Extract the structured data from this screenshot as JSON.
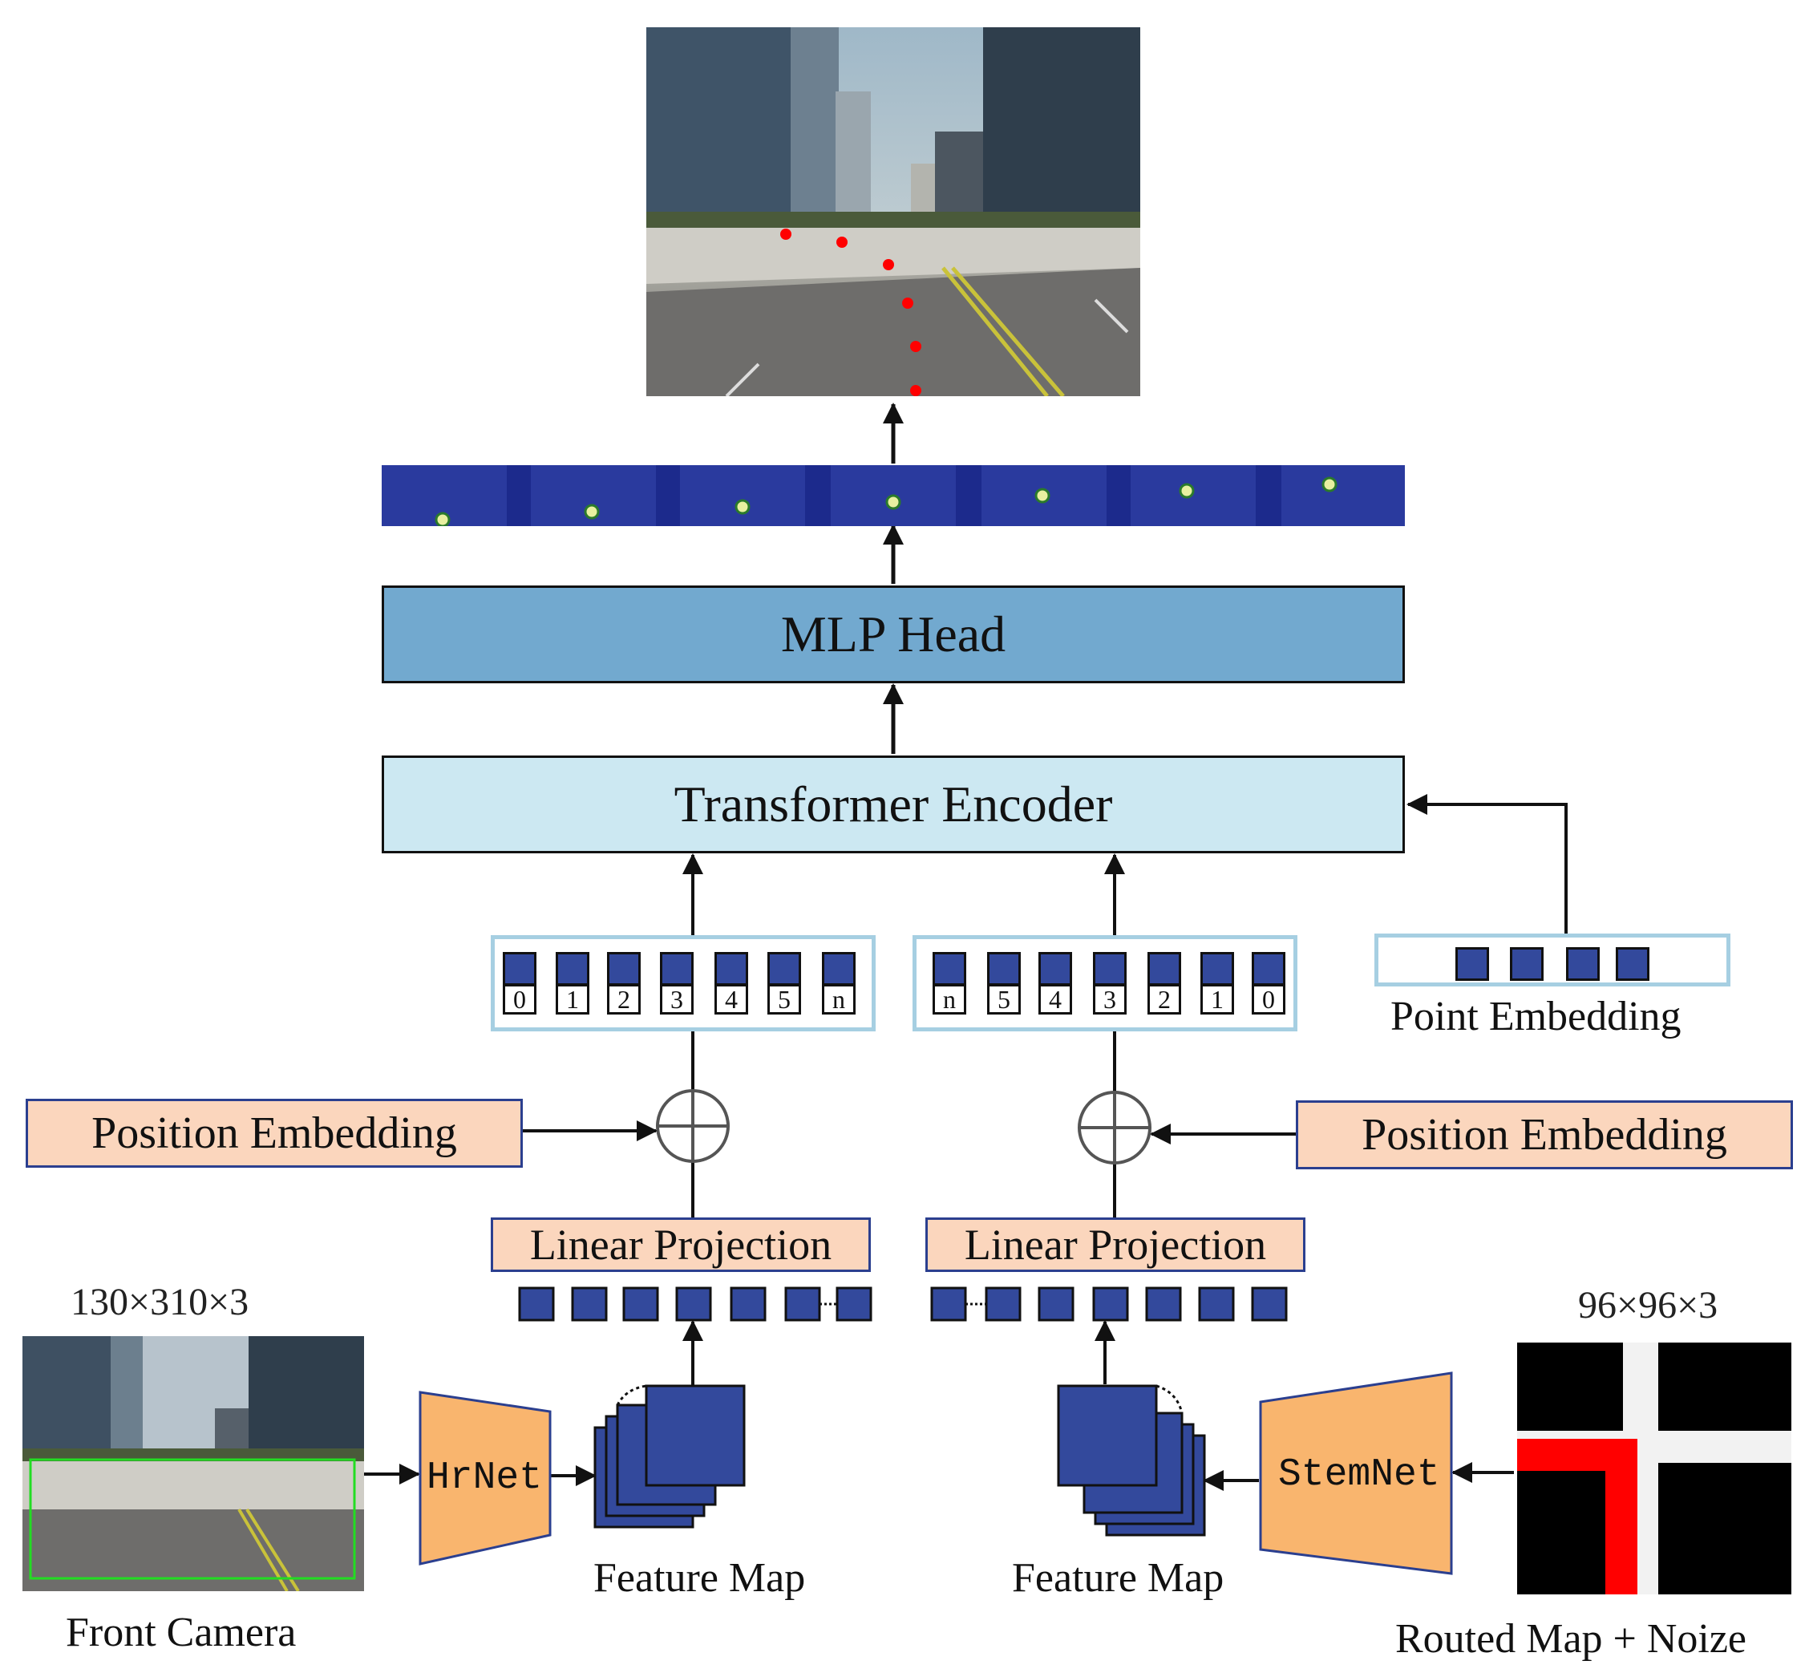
{
  "mlp_head": "MLP Head",
  "transformer_encoder": "Transformer Encoder",
  "position_embedding_left": "Position Embedding",
  "position_embedding_right": "Position Embedding",
  "linear_projection_left": "Linear Projection",
  "linear_projection_right": "Linear Projection",
  "point_embedding": "Point Embedding",
  "left_token_indices": [
    "0",
    "1",
    "2",
    "3",
    "4",
    "5",
    "n"
  ],
  "right_token_indices": [
    "n",
    "5",
    "4",
    "3",
    "2",
    "1",
    "0"
  ],
  "front_camera_dim": "130×310×3",
  "front_camera_label": "Front Camera",
  "hrnet": "HrNet",
  "stemnet": "StemNet",
  "feature_map_left": "Feature Map",
  "feature_map_right": "Feature Map",
  "routed_map_dim": "96×96×3",
  "routed_map_label": "Routed Map + Noize",
  "colors": {
    "mlp_head_fill": "#72a9cf",
    "encoder_fill": "#cce8f2",
    "embedding_fill": "#fbd6bd",
    "token_fill": "#33499c",
    "backbone_fill": "#f9b56e",
    "token_frame": "#a6cfe2",
    "waypoint": "#ff0000",
    "route": "#ff0000"
  }
}
